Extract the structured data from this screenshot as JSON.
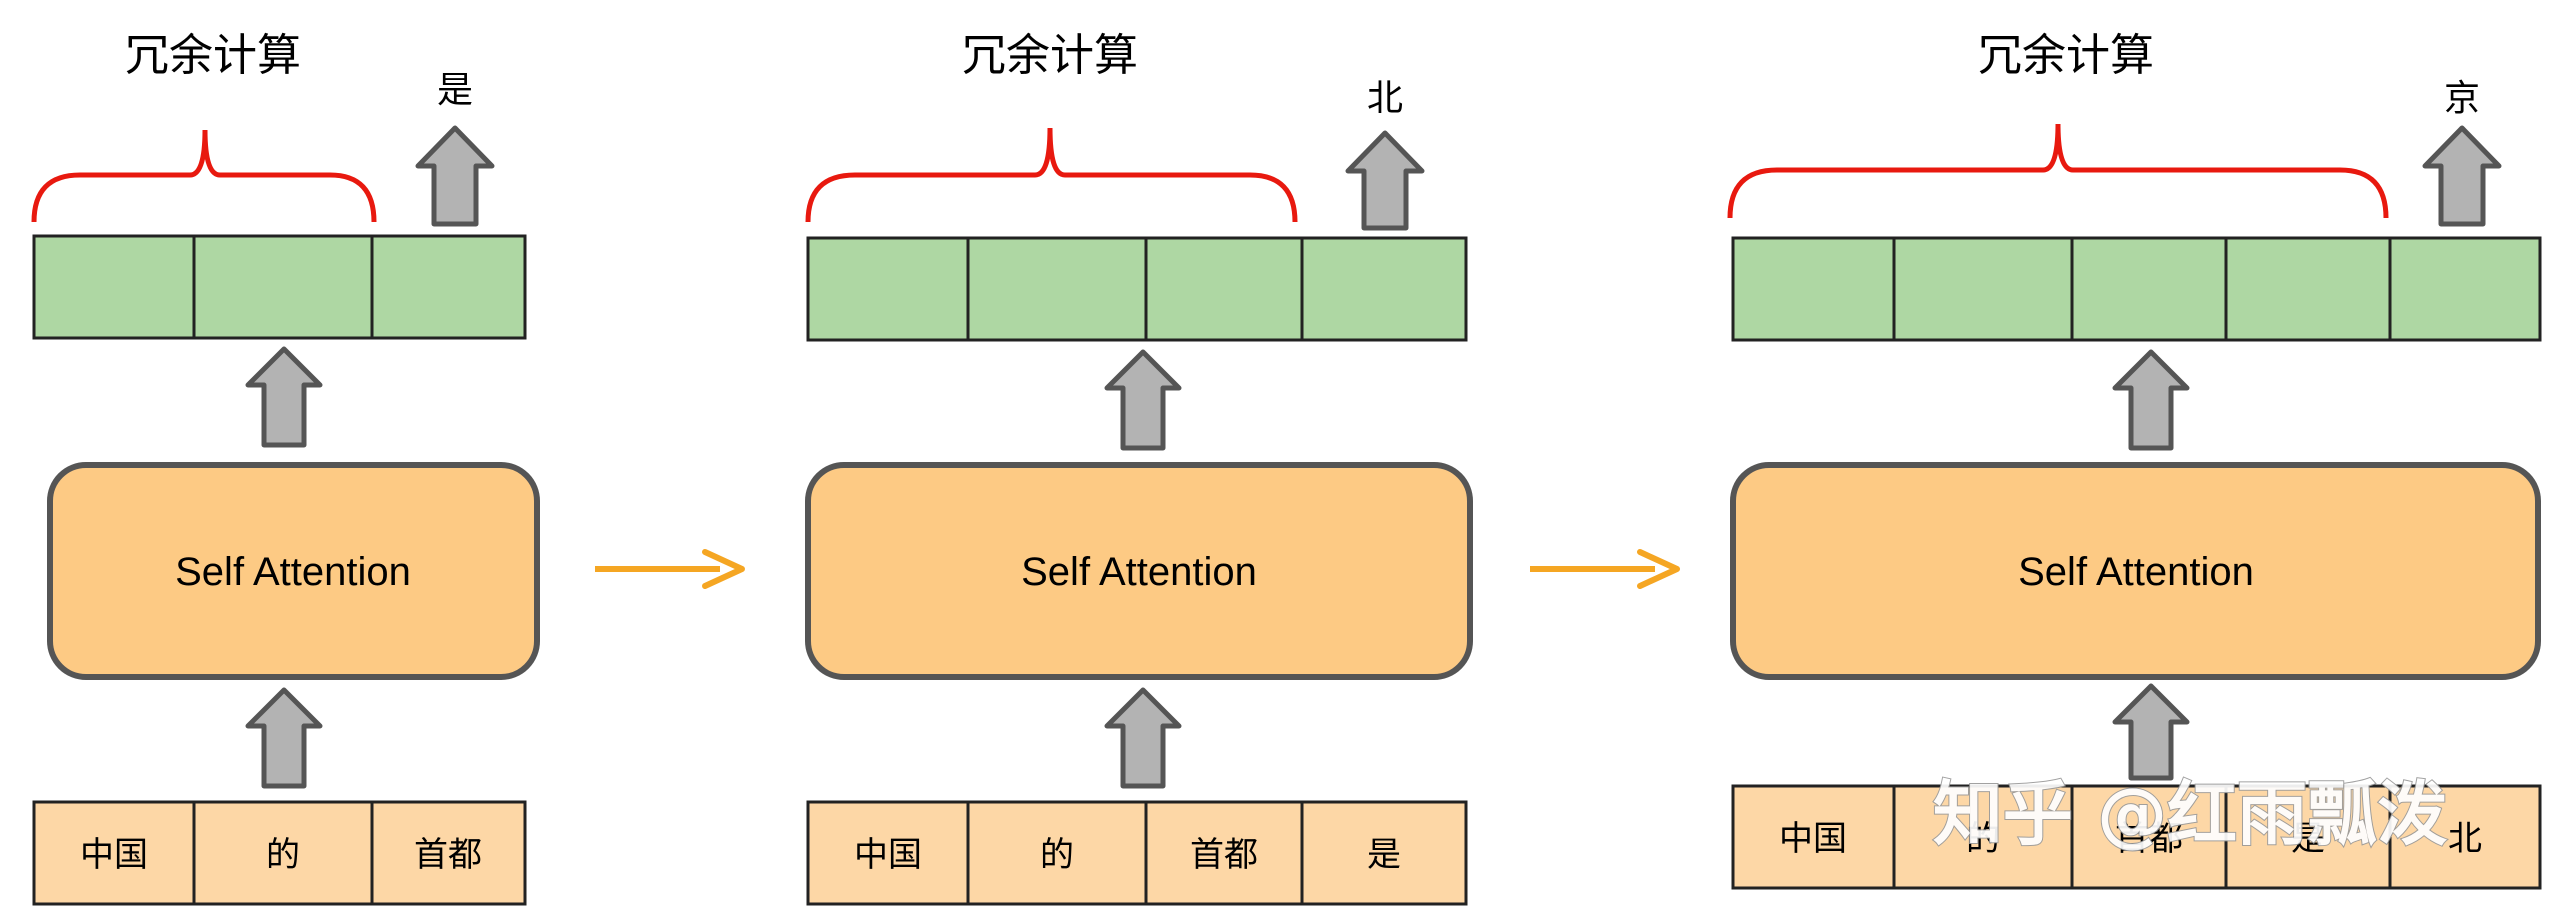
{
  "arrow_color": "#f5a623",
  "brace_color": "#e8190f",
  "output_fill": "#aed7a3",
  "input_fill": "#fdd7a6",
  "attn_fill": "#fdca84",
  "up_arrow_fill": "#b3b3b3",
  "panels": [
    {
      "redundant_label": "冗余计算",
      "output_token": "是",
      "attention_label": "Self Attention",
      "inputs": [
        "中国",
        "的",
        "首都"
      ]
    },
    {
      "redundant_label": "冗余计算",
      "output_token": "北",
      "attention_label": "Self Attention",
      "inputs": [
        "中国",
        "的",
        "首都",
        "是"
      ]
    },
    {
      "redundant_label": "冗余计算",
      "output_token": "京",
      "attention_label": "Self Attention",
      "inputs": [
        "中国",
        "的",
        "首都",
        "是",
        "北"
      ]
    }
  ],
  "watermark": "知乎 @红雨瓢泼"
}
